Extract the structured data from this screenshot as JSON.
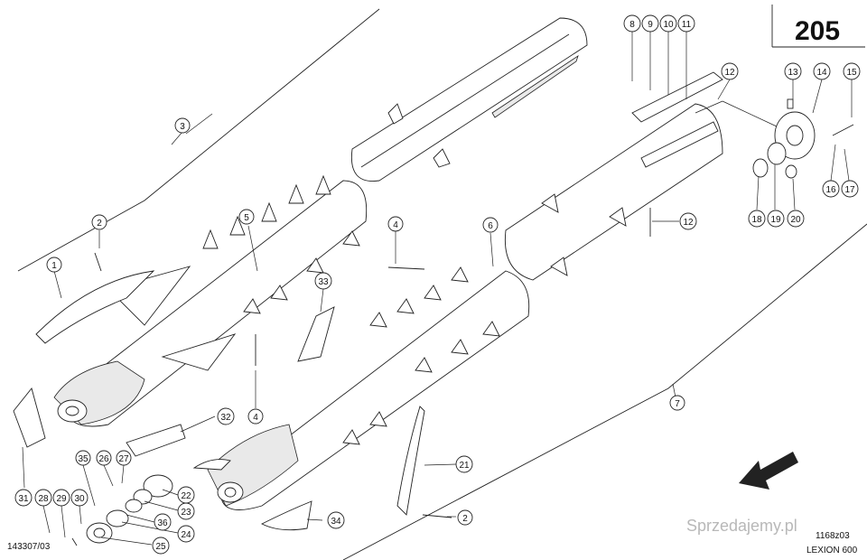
{
  "page_number": "205",
  "drawing_ref_left": "143307/03",
  "drawing_ref_right": "1168z03",
  "model": "LEXION 600",
  "watermark": "Sprzedajemy.pl",
  "callouts": [
    {
      "id": "c1",
      "text": "1"
    },
    {
      "id": "c2a",
      "text": "2"
    },
    {
      "id": "c2b",
      "text": "2"
    },
    {
      "id": "c3",
      "text": "3"
    },
    {
      "id": "c4a",
      "text": "4"
    },
    {
      "id": "c4b",
      "text": "4"
    },
    {
      "id": "c5",
      "text": "5"
    },
    {
      "id": "c6",
      "text": "6"
    },
    {
      "id": "c7",
      "text": "7"
    },
    {
      "id": "c8",
      "text": "8"
    },
    {
      "id": "c9",
      "text": "9"
    },
    {
      "id": "c10",
      "text": "10"
    },
    {
      "id": "c11",
      "text": "11"
    },
    {
      "id": "c12a",
      "text": "12"
    },
    {
      "id": "c12b",
      "text": "12"
    },
    {
      "id": "c13",
      "text": "13"
    },
    {
      "id": "c14",
      "text": "14"
    },
    {
      "id": "c15",
      "text": "15"
    },
    {
      "id": "c16",
      "text": "16"
    },
    {
      "id": "c17",
      "text": "17"
    },
    {
      "id": "c18",
      "text": "18"
    },
    {
      "id": "c19",
      "text": "19"
    },
    {
      "id": "c20",
      "text": "20"
    },
    {
      "id": "c21",
      "text": "21"
    },
    {
      "id": "c22",
      "text": "22"
    },
    {
      "id": "c23",
      "text": "23"
    },
    {
      "id": "c24",
      "text": "24"
    },
    {
      "id": "c25",
      "text": "25"
    },
    {
      "id": "c26",
      "text": "26"
    },
    {
      "id": "c27",
      "text": "27"
    },
    {
      "id": "c28",
      "text": "28"
    },
    {
      "id": "c29",
      "text": "29"
    },
    {
      "id": "c30",
      "text": "30"
    },
    {
      "id": "c31",
      "text": "31"
    },
    {
      "id": "c32",
      "text": "32"
    },
    {
      "id": "c33",
      "text": "33"
    },
    {
      "id": "c34",
      "text": "34"
    },
    {
      "id": "c35",
      "text": "35"
    },
    {
      "id": "c36",
      "text": "36"
    }
  ]
}
